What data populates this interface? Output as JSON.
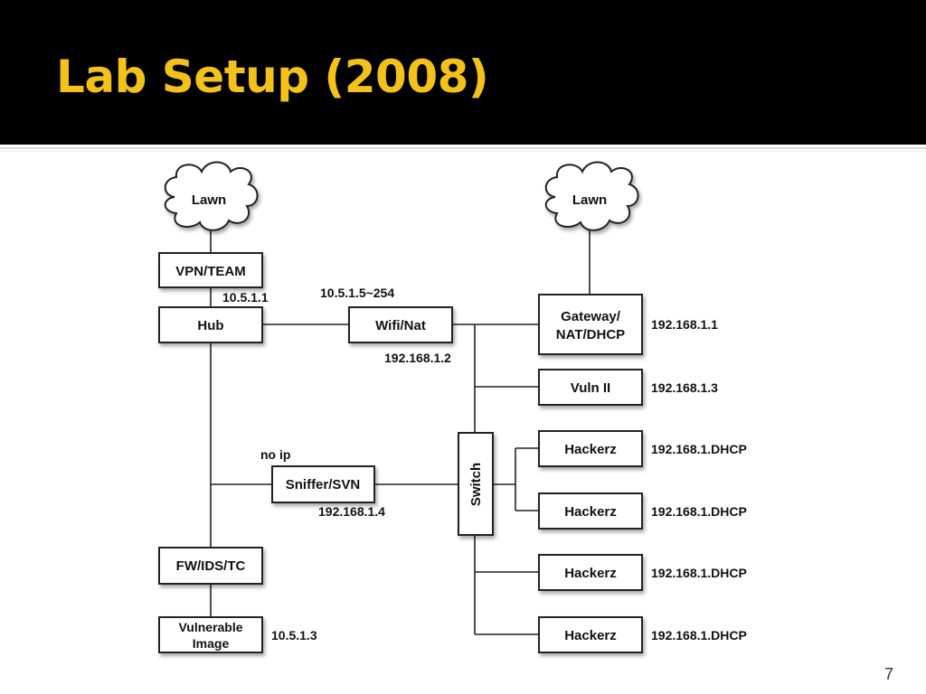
{
  "slide": {
    "title": "Lab Setup (2008)",
    "page_number": "7"
  },
  "diagram": {
    "nodes": {
      "lawn_left": "Lawn",
      "lawn_right": "Lawn",
      "vpn_team": "VPN/TEAM",
      "hub": "Hub",
      "wifi_nat": "Wifi/Nat",
      "gateway_line1": "Gateway/",
      "gateway_line2": "NAT/DHCP",
      "vuln2": "Vuln II",
      "sniffer": "Sniffer/SVN",
      "switch": "Switch",
      "hacker1": "Hackerz",
      "hacker2": "Hackerz",
      "hacker3": "Hackerz",
      "hacker4": "Hackerz",
      "fw": "FW/IDS/TC",
      "vuln_image_line1": "Vulnerable",
      "vuln_image_line2": "Image"
    },
    "labels": {
      "hub_ip": "10.5.1.1",
      "wifi_range": "10.5.1.5~254",
      "wifi_ip": "192.168.1.2",
      "gateway_ip": "192.168.1.1",
      "vuln2_ip": "192.168.1.3",
      "sniffer_note": "no ip",
      "sniffer_ip": "192.168.1.4",
      "hacker1_ip": "192.168.1.DHCP",
      "hacker2_ip": "192.168.1.DHCP",
      "hacker3_ip": "192.168.1.DHCP",
      "hacker4_ip": "192.168.1.DHCP",
      "vuln_image_ip": "10.5.1.3"
    }
  }
}
